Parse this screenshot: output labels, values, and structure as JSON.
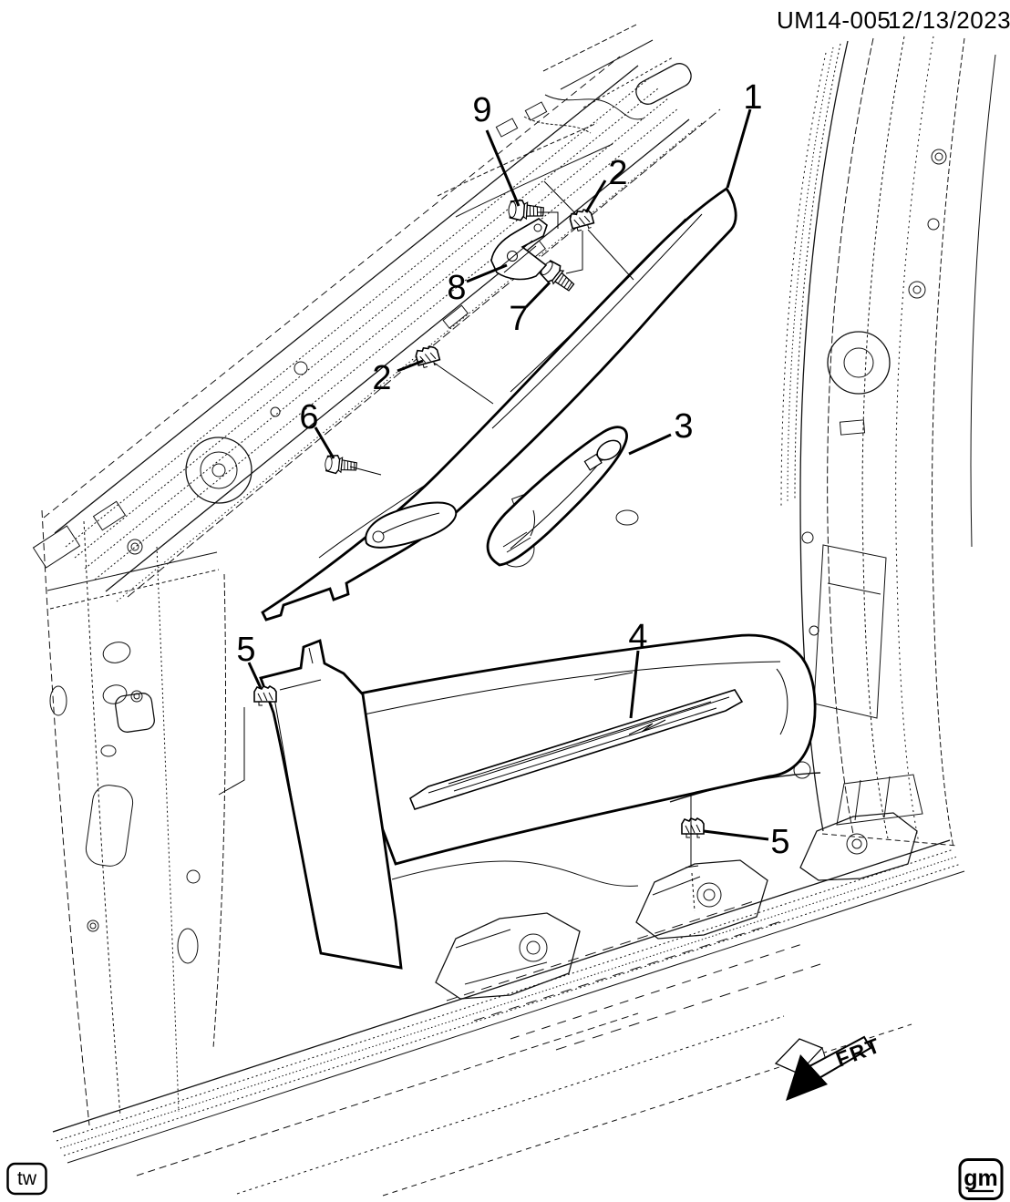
{
  "header": {
    "doc_id": "UM14-005",
    "date": "12/13/2023"
  },
  "callouts": [
    {
      "number": "9"
    },
    {
      "number": "1"
    },
    {
      "number": "2"
    },
    {
      "number": "8"
    },
    {
      "number": "7"
    },
    {
      "number": "2"
    },
    {
      "number": "6"
    },
    {
      "number": "3"
    },
    {
      "number": "4"
    },
    {
      "number": "5"
    },
    {
      "number": "5"
    }
  ],
  "orientation": {
    "label": "FRT"
  },
  "footer": {
    "left_tag": "tw",
    "logo": "gm"
  },
  "colors": {
    "line": "#000000",
    "background": "#ffffff"
  }
}
